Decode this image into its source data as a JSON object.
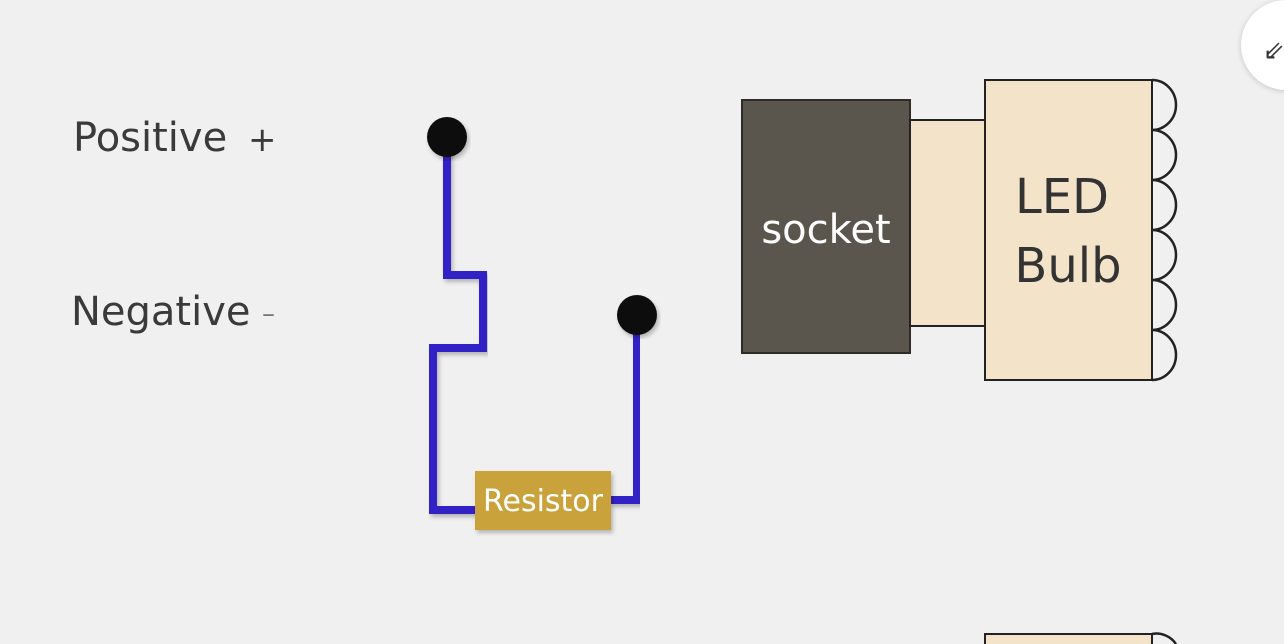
{
  "labels": {
    "positive": "Positive",
    "positive_sign": "+",
    "negative": "Negative",
    "negative_sign": "–",
    "socket": "socket",
    "led_line1": "LED",
    "led_line2": "Bulb",
    "resistor": "Resistor"
  },
  "expand_button": {
    "icon": "expand-arrow-icon",
    "glyph": "⇙"
  },
  "colors": {
    "background": "#f1f0f0",
    "positive_wire": "#d21f1f",
    "negative_wire": "#151515",
    "resistor_wire": "#3320c6",
    "socket": "#5a564d",
    "bulb": "#f3e4c9",
    "resistor": "#c9a23a"
  }
}
